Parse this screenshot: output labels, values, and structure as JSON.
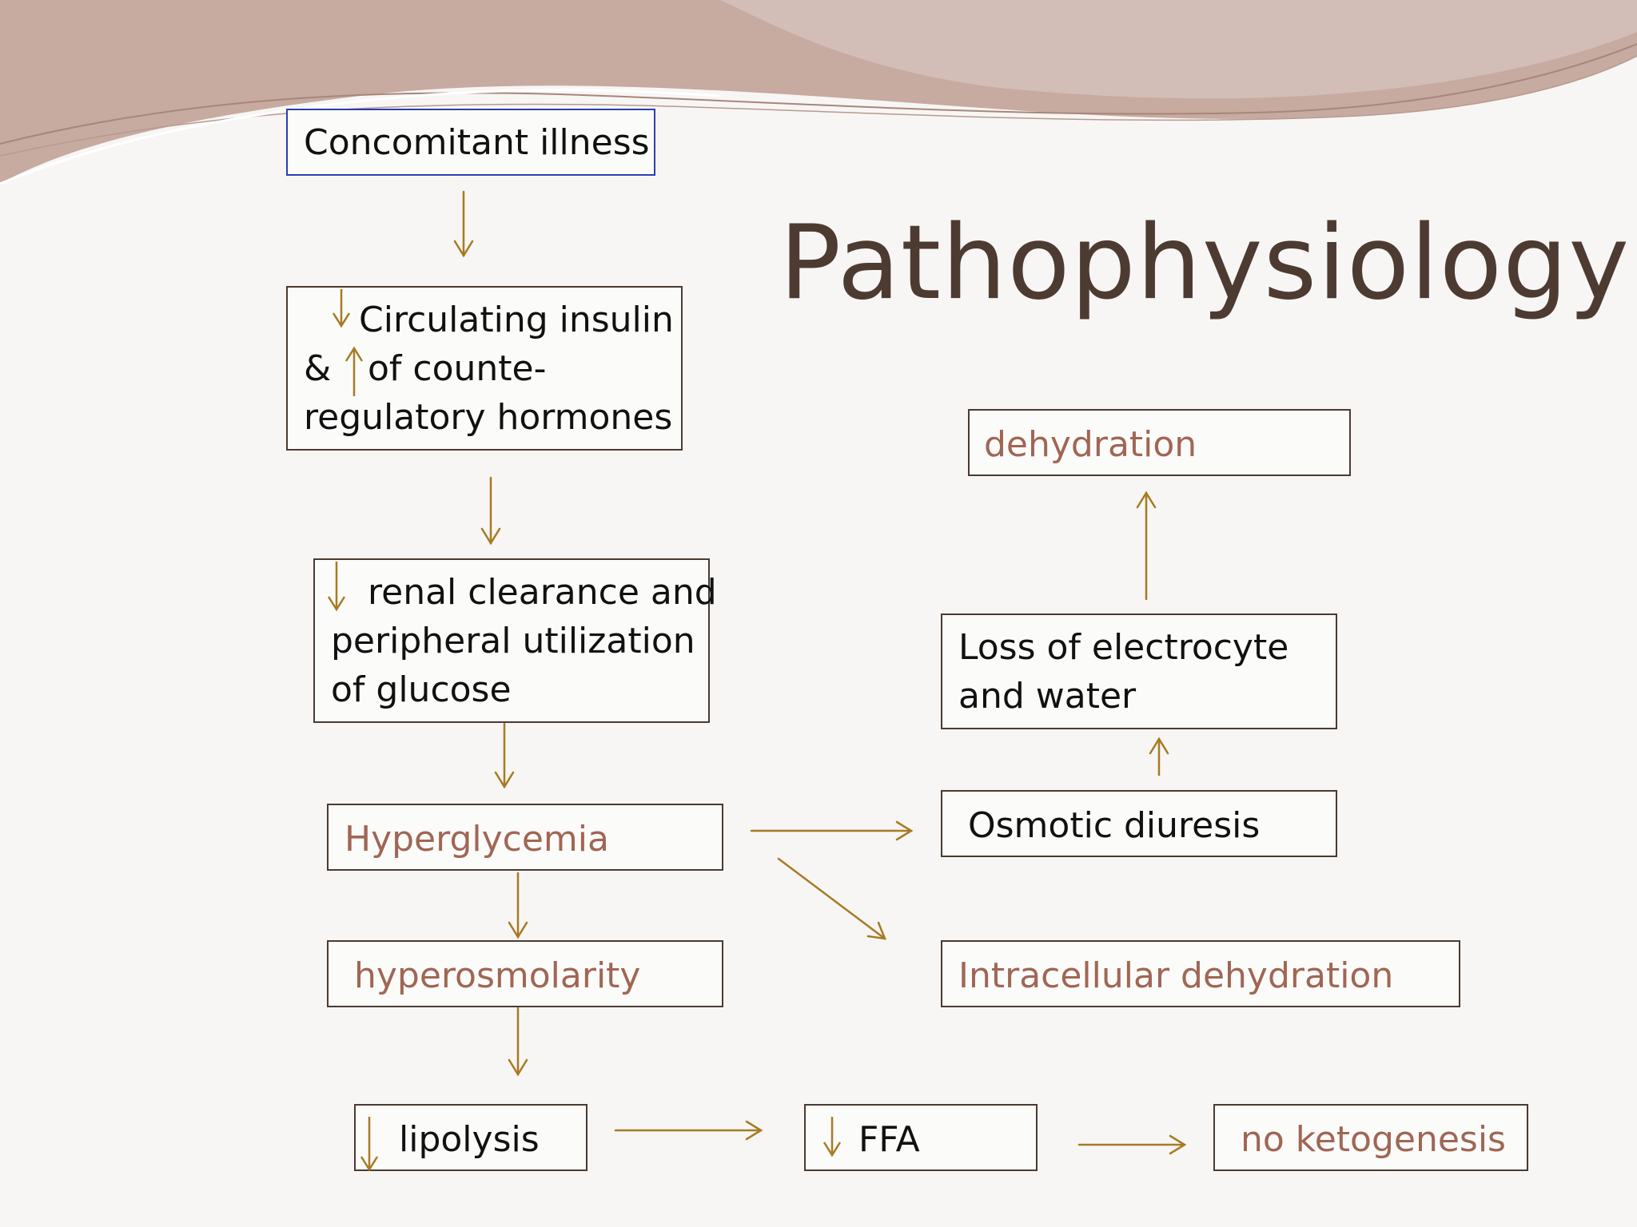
{
  "title": "Pathophysiology",
  "colors": {
    "arrow": "#a77a23",
    "box_border": "#4a3a30",
    "highlight_text": "#a06654",
    "title": "#4d3b32"
  },
  "boxes": {
    "concomitant": "Concomitant illness",
    "insulin_line1": "Circulating insulin",
    "insulin_line2_amp": "&",
    "insulin_line2": "of counte-",
    "insulin_line3": "regulatory hormones",
    "renal_line1": "renal clearance and",
    "renal_line2": "peripheral utilization",
    "renal_line3": "of glucose",
    "hyperglycemia": "Hyperglycemia",
    "hyperosmolarity": "hyperosmolarity",
    "lipolysis": "lipolysis",
    "ffa": "FFA",
    "no_ketogenesis": "no ketogenesis",
    "osmotic_diuresis": "Osmotic diuresis",
    "intracellular": "Intracellular dehydration",
    "loss_line1": "Loss of electrocyte",
    "loss_line2": "and water",
    "dehydration": "dehydration"
  }
}
